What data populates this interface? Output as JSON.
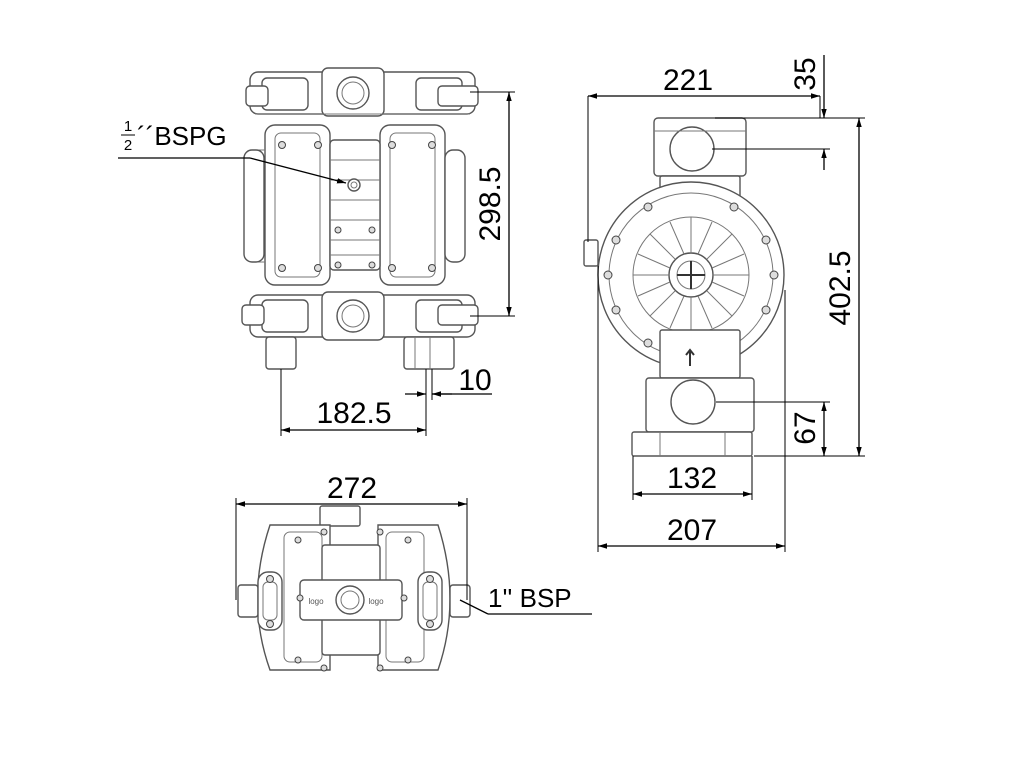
{
  "dimensions": {
    "left_height": "298.5",
    "left_width": "182.5",
    "left_foot_gap": "10",
    "right_top_width": "221",
    "right_top_offset": "35",
    "right_total_height": "402.5",
    "right_bottom_offset": "67",
    "right_base_width": "132",
    "right_total_width": "207",
    "bottom_width": "272"
  },
  "labels": {
    "air_port_fraction_num": "1",
    "air_port_fraction_den": "2",
    "air_port_suffix": "´´BSPG",
    "fluid_port": "1'' BSP",
    "logo_left": "logo",
    "logo_right": "logo"
  }
}
